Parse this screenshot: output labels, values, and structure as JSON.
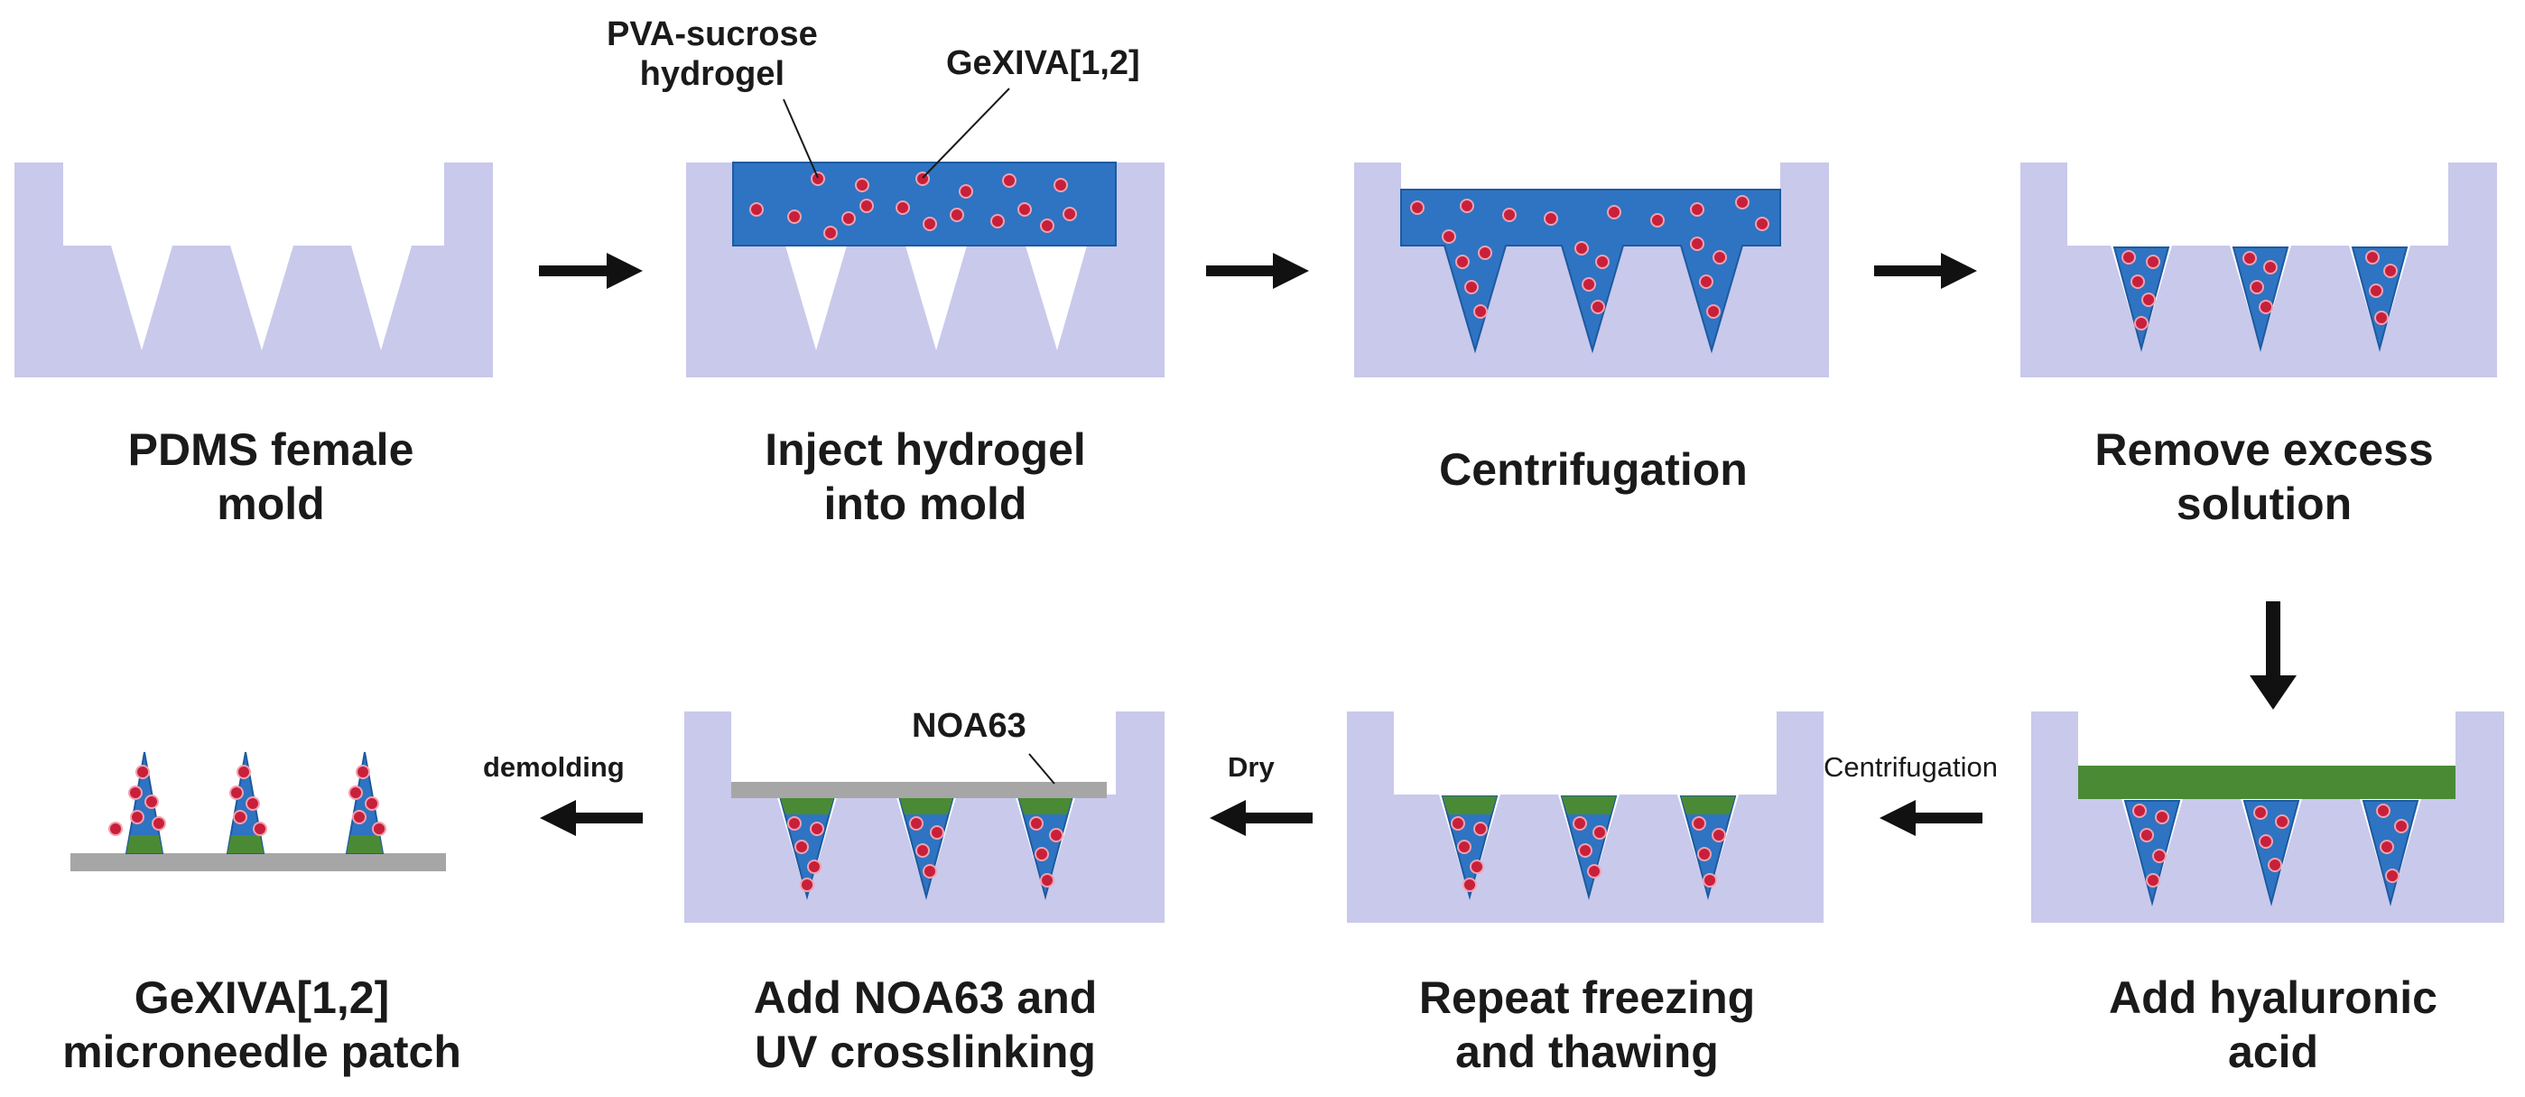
{
  "steps": [
    {
      "line1": "PDMS female",
      "line2": "mold"
    },
    {
      "line1": "Inject hydrogel",
      "line2": "into  mold"
    },
    {
      "line1": "Centrifugation",
      "line2": ""
    },
    {
      "line1": "Remove excess",
      "line2": "solution"
    },
    {
      "line1": "Add hyaluronic",
      "line2": "acid"
    },
    {
      "line1": "Repeat freezing",
      "line2": "and thawing"
    },
    {
      "line1": "Add NOA63 and",
      "line2": "UV crosslinking"
    },
    {
      "line1": "GeXIVA[1,2]",
      "line2": "microneedle patch"
    }
  ],
  "annotations": {
    "hydrogel_line1": "PVA-sucrose",
    "hydrogel_line2": "hydrogel",
    "drug": "GeXIVA[1,2]",
    "noa": "NOA63"
  },
  "arrow_labels": {
    "centrifugation": "Centrifugation",
    "dry": "Dry",
    "demolding": "demolding"
  },
  "colors": {
    "mold": "#c9c9ec",
    "hydrogel": "#2e74c2",
    "hydrogel_border": "#1d5aa0",
    "particle": "#c8203a",
    "particle_highlight": "#f2a0b0",
    "hyaluronic_acid": "#4a8a35",
    "noa63": "#a6a6a6",
    "arrow": "#111111",
    "cavity": "#ffffff"
  }
}
